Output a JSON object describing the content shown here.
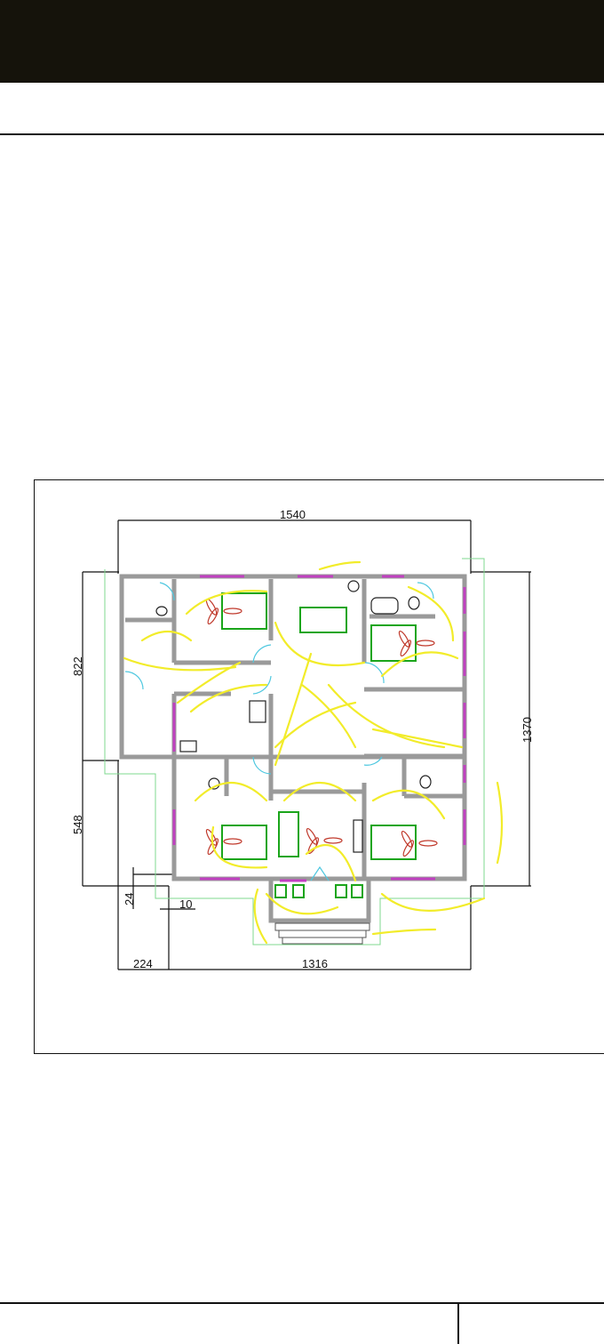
{
  "header": {
    "bar_color": "#15130b"
  },
  "drawing": {
    "type": "electrical floor plan",
    "dimensions": {
      "top_width": "1540",
      "right_height": "1370",
      "left_upper": "822",
      "left_lower": "548",
      "bottom_left": "224",
      "bottom_right": "1316",
      "step_height": "24",
      "step_width": "10"
    },
    "colors": {
      "walls": "#9a9a9a",
      "wiring": "#f2ec2a",
      "furniture": "#1aa51a",
      "fixtures": "#c0392b",
      "windows": "#c040c0",
      "doors": "#4fc8e0",
      "outline": "#7fd88f"
    }
  }
}
